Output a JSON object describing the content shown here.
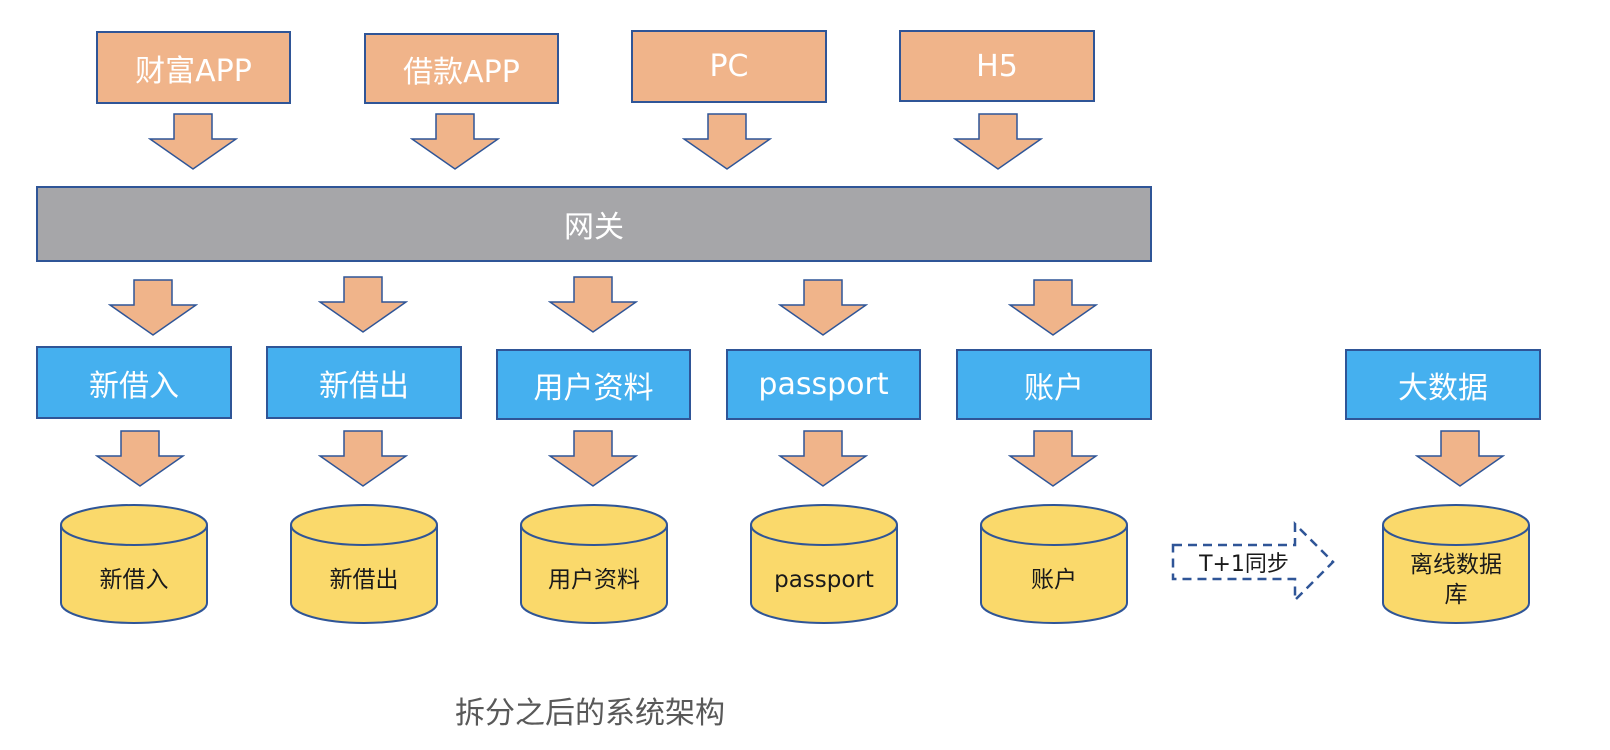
{
  "clients": [
    "财富APP",
    "借款APP",
    "PC",
    "H5"
  ],
  "gateway": "网关",
  "services": [
    "新借入",
    "新借出",
    "用户资料",
    "passport",
    "账户"
  ],
  "bigdata": "大数据",
  "databases": [
    "新借入",
    "新借出",
    "用户资料",
    "passport",
    "账户"
  ],
  "offline_db": "离线数据库",
  "sync_label": "T+1同步",
  "caption": "拆分之后的系统架构",
  "colors": {
    "client_fill": "#f0b48a",
    "gateway_fill": "#a6a6a9",
    "service_fill": "#45b0ef",
    "db_fill": "#fad96b",
    "border": "#2f5597",
    "arrow_fill": "#f0b48a"
  }
}
